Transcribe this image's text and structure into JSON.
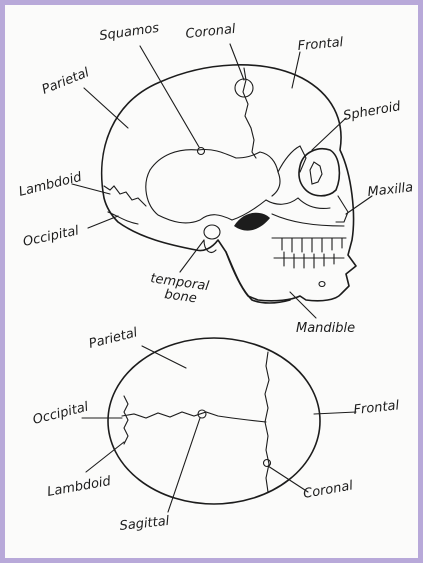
{
  "colors": {
    "frame": "#b8a9d9",
    "paper": "#fbfbfa",
    "ink": "#1c1c1c"
  },
  "side_view": {
    "labels": {
      "squamos": "Squamos",
      "coronal": "Coronal",
      "parietal": "Parietal",
      "frontal": "Frontal",
      "spheroid": "Spheroid",
      "lambdoid": "Lambdoid",
      "occipital": "Occipital",
      "maxilla": "Maxilla",
      "temporal_line1": "temporal",
      "temporal_line2": "bone",
      "mandible": "Mandible"
    }
  },
  "top_view": {
    "labels": {
      "parietal": "Parietal",
      "occipital": "Occipital",
      "frontal": "Frontal",
      "lambdoid": "Lambdoid",
      "coronal": "Coronal",
      "sagittal": "Sagittal"
    }
  }
}
